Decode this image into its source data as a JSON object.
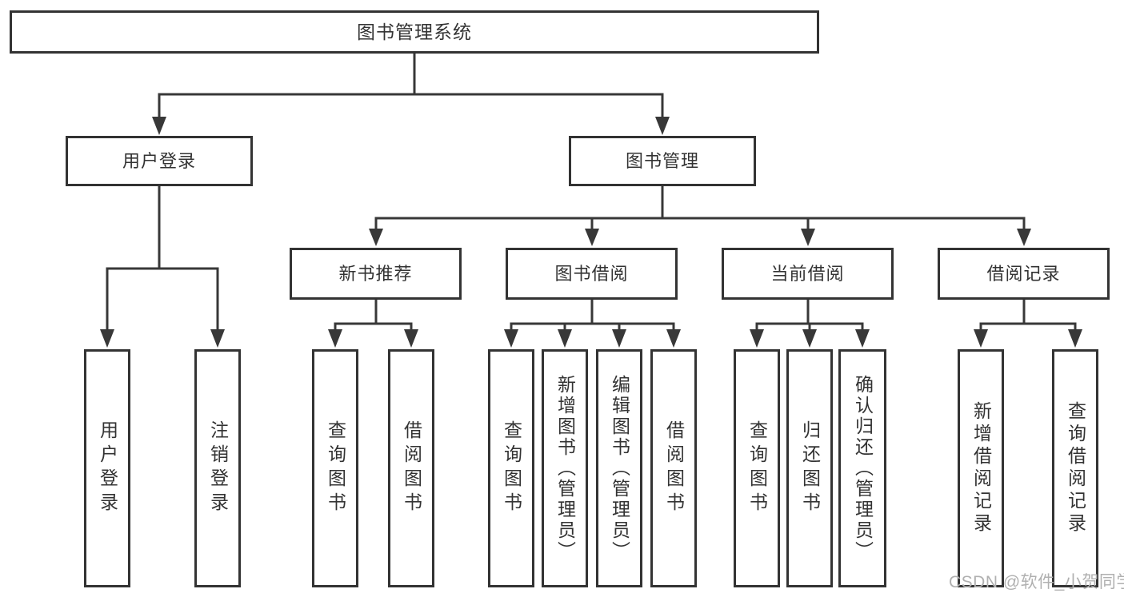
{
  "tree": {
    "root": {
      "label": "图书管理系统"
    },
    "user_login": {
      "label": "用户登录",
      "children": [
        {
          "label": "用户登录"
        },
        {
          "label": "注销登录"
        }
      ]
    },
    "book_mgmt": {
      "label": "图书管理",
      "children": {
        "new_book_rec": {
          "label": "新书推荐",
          "children": [
            {
              "label": "查询图书"
            },
            {
              "label": "借阅图书"
            }
          ]
        },
        "book_borrow": {
          "label": "图书借阅",
          "children": [
            {
              "label": "查询图书"
            },
            {
              "label": "新增图书（管理员）"
            },
            {
              "label": "编辑图书（管理员）"
            },
            {
              "label": "借阅图书"
            }
          ]
        },
        "current_borrow": {
          "label": "当前借阅",
          "children": [
            {
              "label": "查询图书"
            },
            {
              "label": "归还图书"
            },
            {
              "label": "确认归还（管理员）"
            }
          ]
        },
        "borrow_records": {
          "label": "借阅记录",
          "children": [
            {
              "label": "新增借阅记录"
            },
            {
              "label": "查询借阅记录"
            }
          ]
        }
      }
    }
  },
  "watermark": {
    "text": "CSDN @软件_小贺同学"
  },
  "colors": {
    "line": "#383838",
    "border": "#333333",
    "text": "#333333",
    "watermark_text": "#b0b0b0",
    "background": "#ffffff"
  }
}
